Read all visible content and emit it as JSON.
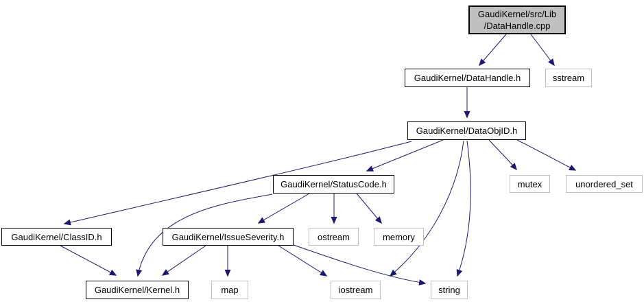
{
  "diagram": {
    "type": "include-dependency-graph",
    "colors": {
      "edge": "#191970",
      "source_node_fill": "#bfbfbf",
      "project_node_border": "#000000",
      "external_node_border": "#c0c0c0",
      "background": "#ffffff",
      "text": "#000000"
    },
    "nodes": [
      {
        "id": "src",
        "label": "GaudiKernel/src/Lib/DataHandle.cpp",
        "lines": [
          "GaudiKernel/src/Lib",
          "/DataHandle.cpp"
        ],
        "type": "source"
      },
      {
        "id": "datahandle",
        "label": "GaudiKernel/DataHandle.h",
        "type": "project"
      },
      {
        "id": "sstream",
        "label": "sstream",
        "type": "external"
      },
      {
        "id": "dataobjid",
        "label": "GaudiKernel/DataObjID.h",
        "type": "project"
      },
      {
        "id": "statuscode",
        "label": "GaudiKernel/StatusCode.h",
        "type": "project"
      },
      {
        "id": "mutex",
        "label": "mutex",
        "type": "external"
      },
      {
        "id": "uset",
        "label": "unordered_set",
        "type": "external"
      },
      {
        "id": "classid",
        "label": "GaudiKernel/ClassID.h",
        "type": "project"
      },
      {
        "id": "issueseverity",
        "label": "GaudiKernel/IssueSeverity.h",
        "type": "project"
      },
      {
        "id": "ostream",
        "label": "ostream",
        "type": "external"
      },
      {
        "id": "memory",
        "label": "memory",
        "type": "external"
      },
      {
        "id": "kernel",
        "label": "GaudiKernel/Kernel.h",
        "type": "project"
      },
      {
        "id": "map",
        "label": "map",
        "type": "external"
      },
      {
        "id": "iostream",
        "label": "iostream",
        "type": "external"
      },
      {
        "id": "string",
        "label": "string",
        "type": "external"
      }
    ],
    "edges": [
      {
        "from": "GaudiKernel/src/Lib/DataHandle.cpp",
        "to": "GaudiKernel/DataHandle.h"
      },
      {
        "from": "GaudiKernel/src/Lib/DataHandle.cpp",
        "to": "sstream"
      },
      {
        "from": "GaudiKernel/DataHandle.h",
        "to": "GaudiKernel/DataObjID.h"
      },
      {
        "from": "GaudiKernel/DataObjID.h",
        "to": "GaudiKernel/StatusCode.h"
      },
      {
        "from": "GaudiKernel/DataObjID.h",
        "to": "GaudiKernel/ClassID.h"
      },
      {
        "from": "GaudiKernel/DataObjID.h",
        "to": "iostream"
      },
      {
        "from": "GaudiKernel/DataObjID.h",
        "to": "string"
      },
      {
        "from": "GaudiKernel/DataObjID.h",
        "to": "mutex"
      },
      {
        "from": "GaudiKernel/DataObjID.h",
        "to": "unordered_set"
      },
      {
        "from": "GaudiKernel/StatusCode.h",
        "to": "GaudiKernel/IssueSeverity.h"
      },
      {
        "from": "GaudiKernel/StatusCode.h",
        "to": "ostream"
      },
      {
        "from": "GaudiKernel/StatusCode.h",
        "to": "memory"
      },
      {
        "from": "GaudiKernel/StatusCode.h",
        "to": "GaudiKernel/Kernel.h"
      },
      {
        "from": "GaudiKernel/ClassID.h",
        "to": "GaudiKernel/Kernel.h"
      },
      {
        "from": "GaudiKernel/IssueSeverity.h",
        "to": "GaudiKernel/Kernel.h"
      },
      {
        "from": "GaudiKernel/IssueSeverity.h",
        "to": "map"
      },
      {
        "from": "GaudiKernel/IssueSeverity.h",
        "to": "iostream"
      },
      {
        "from": "GaudiKernel/IssueSeverity.h",
        "to": "string"
      }
    ]
  }
}
